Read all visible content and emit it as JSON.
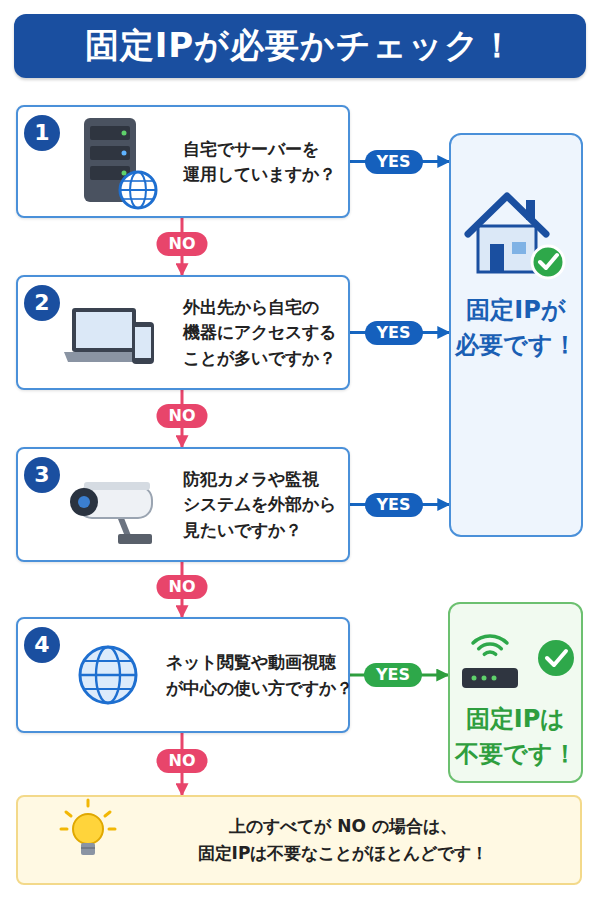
{
  "diagram": {
    "title": "固定IPが必要かチェック！",
    "nodes": [
      {
        "text": [
          "1",
          "自宅でサーバーを 運用していますか？"
        ]
      },
      {
        "text": [
          "2",
          "外出先から自宅の 機器にアクセスする ことが多いですか？"
        ]
      },
      {
        "text": [
          "3",
          "防犯カメラや監視 システムを外部から 見たいですか？"
        ]
      },
      {
        "text": [
          "4",
          "ネット閲覧や動画視聴 が中心の使い方ですか？"
        ]
      },
      {
        "text": [
          "固定IPが 必要です！"
        ]
      },
      {
        "text": [
          "固定IPは 不要です！"
        ]
      },
      {
        "text": [
          "上のすべてが NO の場合は、 固定IPは不要なことがほとんどです！"
        ]
      }
    ],
    "edges": [
      {
        "from": 0,
        "to": 4,
        "label": "YES",
        "arrow": "to"
      },
      {
        "from": 0,
        "to": 1,
        "label": "NO",
        "arrow": "to"
      },
      {
        "from": 1,
        "to": 4,
        "label": "YES",
        "arrow": "to"
      },
      {
        "from": 1,
        "to": 2,
        "label": "NO",
        "arrow": "to"
      },
      {
        "from": 2,
        "to": 4,
        "label": "YES",
        "arrow": "to"
      },
      {
        "from": 2,
        "to": 3,
        "label": "NO",
        "arrow": "to"
      },
      {
        "from": 3,
        "to": 5,
        "label": "YES",
        "arrow": "to"
      },
      {
        "from": 3,
        "to": 6,
        "label": "NO",
        "arrow": "to"
      }
    ]
  }
}
